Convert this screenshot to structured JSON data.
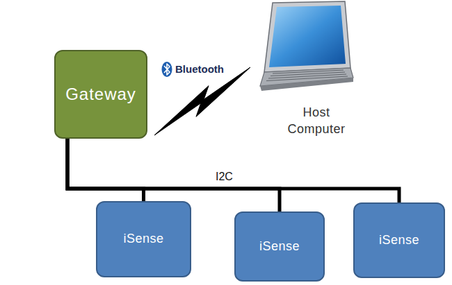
{
  "diagram": {
    "nodes": [
      {
        "text": [
          "Gateway"
        ]
      },
      {
        "text": [
          "Host Computer"
        ]
      },
      {
        "text": [
          "iSense"
        ]
      },
      {
        "text": [
          "iSense"
        ]
      },
      {
        "text": [
          "iSense"
        ]
      }
    ],
    "edges": [
      {
        "from": 0,
        "to": 1,
        "arrow": "none"
      },
      {
        "from": 0,
        "to": 2,
        "arrow": "none"
      },
      {
        "from": 0,
        "to": 3,
        "arrow": "none"
      },
      {
        "from": 0,
        "to": 4,
        "arrow": "none"
      }
    ],
    "labels": [
      "Bluetooth",
      "I2C"
    ]
  }
}
